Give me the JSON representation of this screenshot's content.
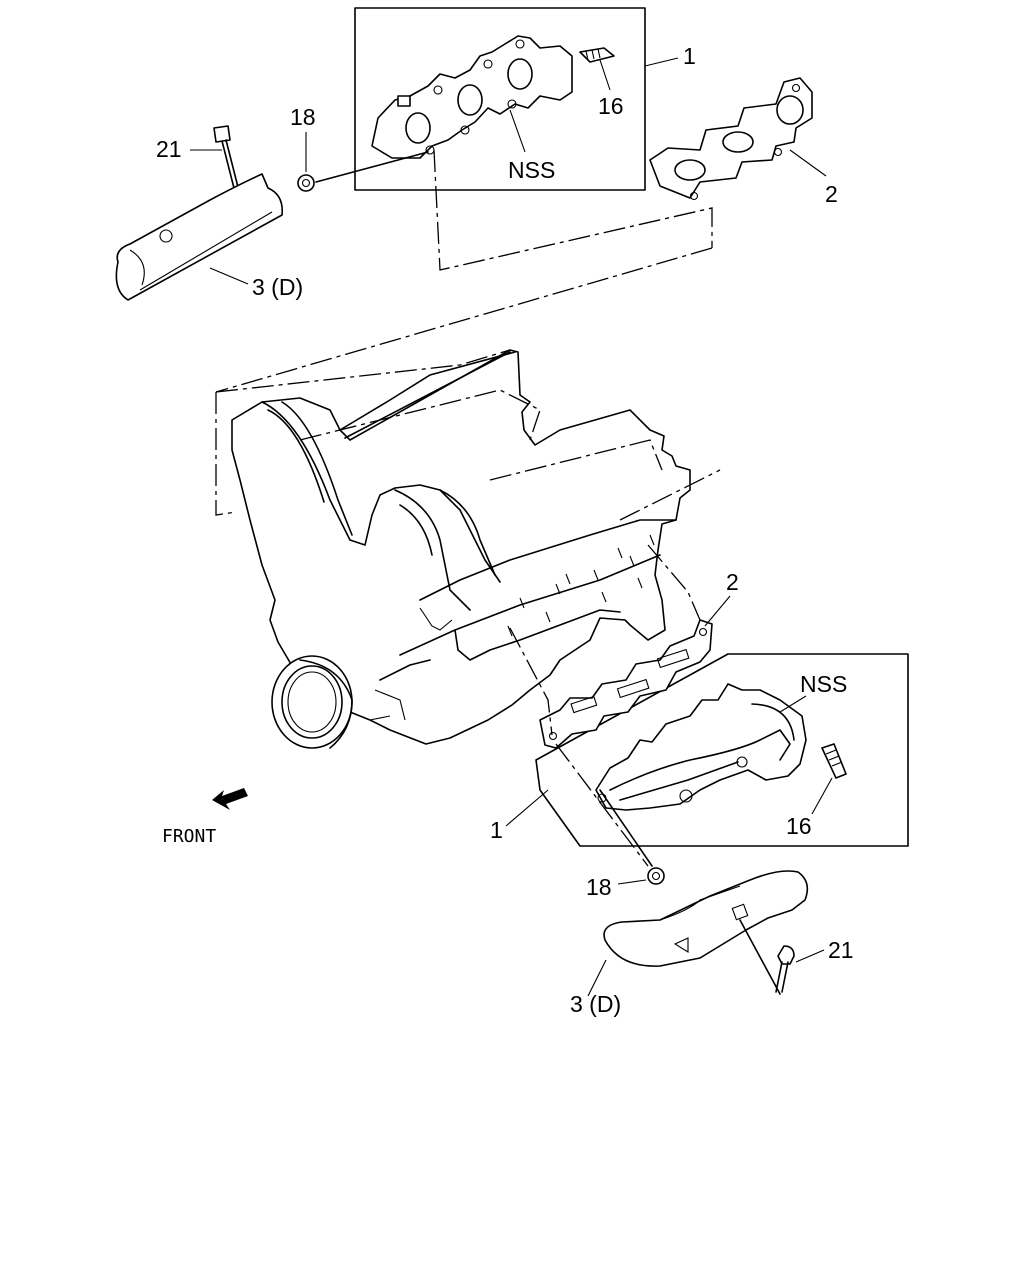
{
  "labels": {
    "upper": {
      "assembly": "1",
      "gasket": "2",
      "heat_shield": "3 (D)",
      "stud": "16",
      "nut": "18",
      "bolt": "21",
      "nss": "NSS"
    },
    "lower": {
      "assembly": "1",
      "gasket": "2",
      "heat_shield": "3 (D)",
      "stud": "16",
      "nut": "18",
      "bolt": "21",
      "nss": "NSS"
    },
    "front": "FRONT"
  },
  "icons": {
    "front_arrow": "front-arrow-icon"
  }
}
